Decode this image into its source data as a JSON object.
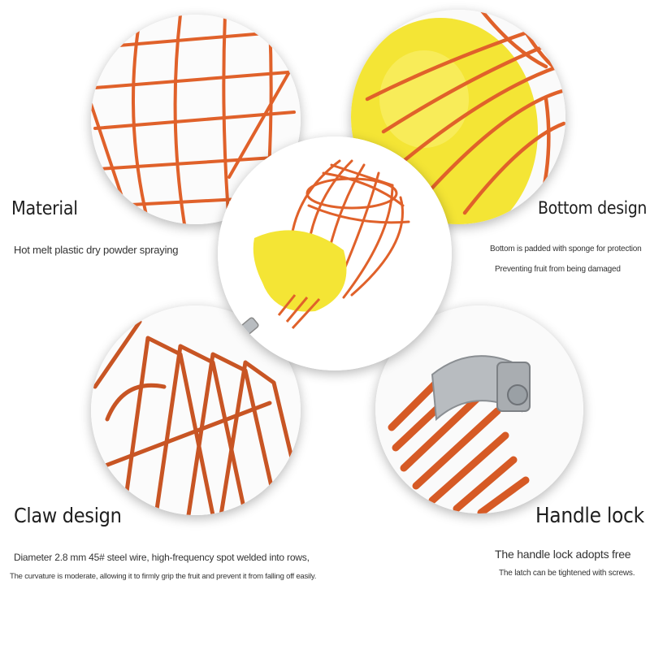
{
  "features": {
    "material": {
      "title": "Material",
      "desc": "Hot melt plastic dry powder spraying"
    },
    "bottom": {
      "title": "Bottom design",
      "desc1": "Bottom is padded with sponge for protection",
      "desc2": "Preventing fruit from being damaged"
    },
    "claw": {
      "title": "Claw design",
      "desc1": "Diameter 2.8 mm 45# steel wire, high-frequency spot welded into rows,",
      "desc2": "The curvature is moderate, allowing it to firmly grip the fruit and prevent it from falling off easily."
    },
    "handle": {
      "title": "Handle lock",
      "desc1": "The handle lock adopts free",
      "desc2": "The latch can be tightened with screws."
    }
  },
  "images": {
    "top_left": "wire-cage-closeup",
    "top_right": "yellow-sponge-closeup",
    "center": "fruit-picker-basket",
    "bottom_left": "bent-claw-wires",
    "bottom_right": "hose-clamp-lock"
  },
  "colors": {
    "wire": "#e0612a",
    "sponge": "#f4e535",
    "clamp": "#b8bcc0"
  }
}
